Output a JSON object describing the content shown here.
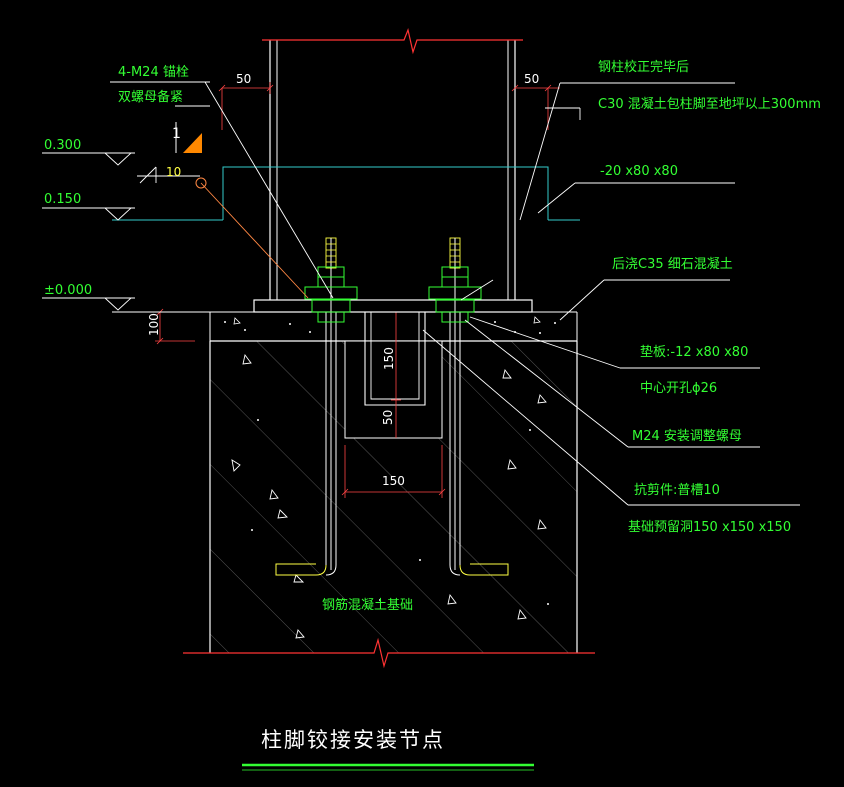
{
  "colors": {
    "background": "#000000",
    "label": "#33ff33",
    "white": "#ffffff",
    "leader": "#ff8844",
    "red": "#ff3333",
    "cyan": "#33cccc",
    "yellow": "#ffff44",
    "orange": "#ff8800",
    "title": "#ffffff",
    "underline": "#33ff33"
  },
  "title": "柱脚铰接安装节点",
  "labels": {
    "anchor_bolt": "4-M24 锚栓",
    "double_nut": "双螺母备紧",
    "after_column": "钢柱校正完毕后",
    "c30_note": "C30 混凝土包柱脚至地坪以上300mm",
    "plate_20": "-20 x80 x80",
    "grout": "后浇C35 细石混凝土",
    "shim": "垫板:-12 x80 x80",
    "hole": "中心开孔ϕ26",
    "adjust_nut": "M24 安装调整螺母",
    "shear_key": "抗剪件:普槽10",
    "pocket": "基础预留洞150 x150 x150",
    "foundation": "钢筋混凝土基础"
  },
  "levels": {
    "l300": "0.300",
    "l150": "0.150",
    "l000": "±0.000"
  },
  "dimensions": {
    "d50_left": "50",
    "d50_right": "50",
    "d10": "10",
    "d100": "100",
    "d150_vertical": "150",
    "d50_vertical": "50",
    "d150_horizontal": "150"
  },
  "weld_number": "1"
}
